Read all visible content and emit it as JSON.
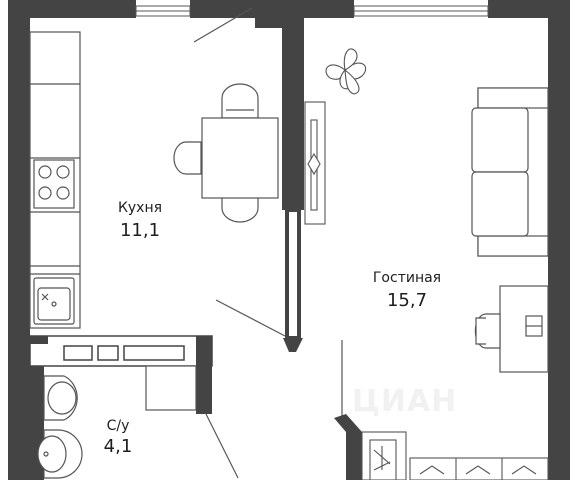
{
  "rooms": [
    {
      "id": "kitchen",
      "name": "Кухня",
      "area": "11,1"
    },
    {
      "id": "living",
      "name": "Гостиная",
      "area": "15,7"
    },
    {
      "id": "bathroom",
      "name": "С/у",
      "area": "4,1"
    }
  ],
  "watermark": "ЦИАН",
  "colors": {
    "wall": "#444444",
    "line": "#555555",
    "furniture_fill": "#ffffff"
  }
}
